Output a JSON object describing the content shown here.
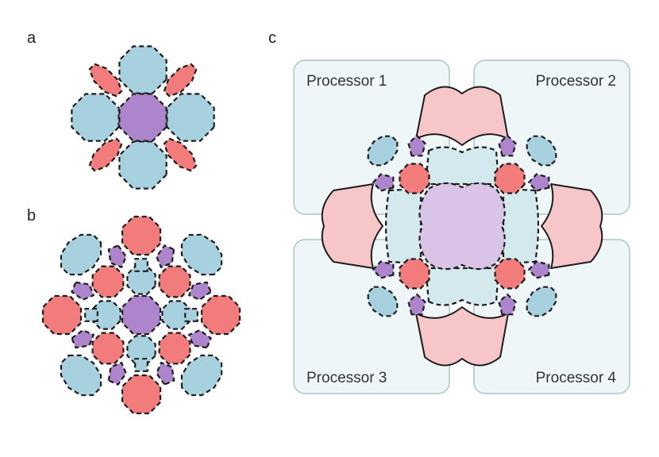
{
  "panels": {
    "a": {
      "letter": "a"
    },
    "b": {
      "letter": "b"
    },
    "c": {
      "letter": "c",
      "processors": [
        {
          "label": "Processor 1"
        },
        {
          "label": "Processor 2"
        },
        {
          "label": "Processor 3"
        },
        {
          "label": "Processor 4"
        }
      ]
    }
  },
  "colors": {
    "blue": "#a8d1e0",
    "red": "#f27b7b",
    "purple": "#ad85cc",
    "box_fill": "#eef6f7",
    "box_stroke": "#a9c6c9",
    "light_blue": "#d3e9ee",
    "light_red": "#f6c6c8",
    "light_purple": "#d9c4e8"
  }
}
